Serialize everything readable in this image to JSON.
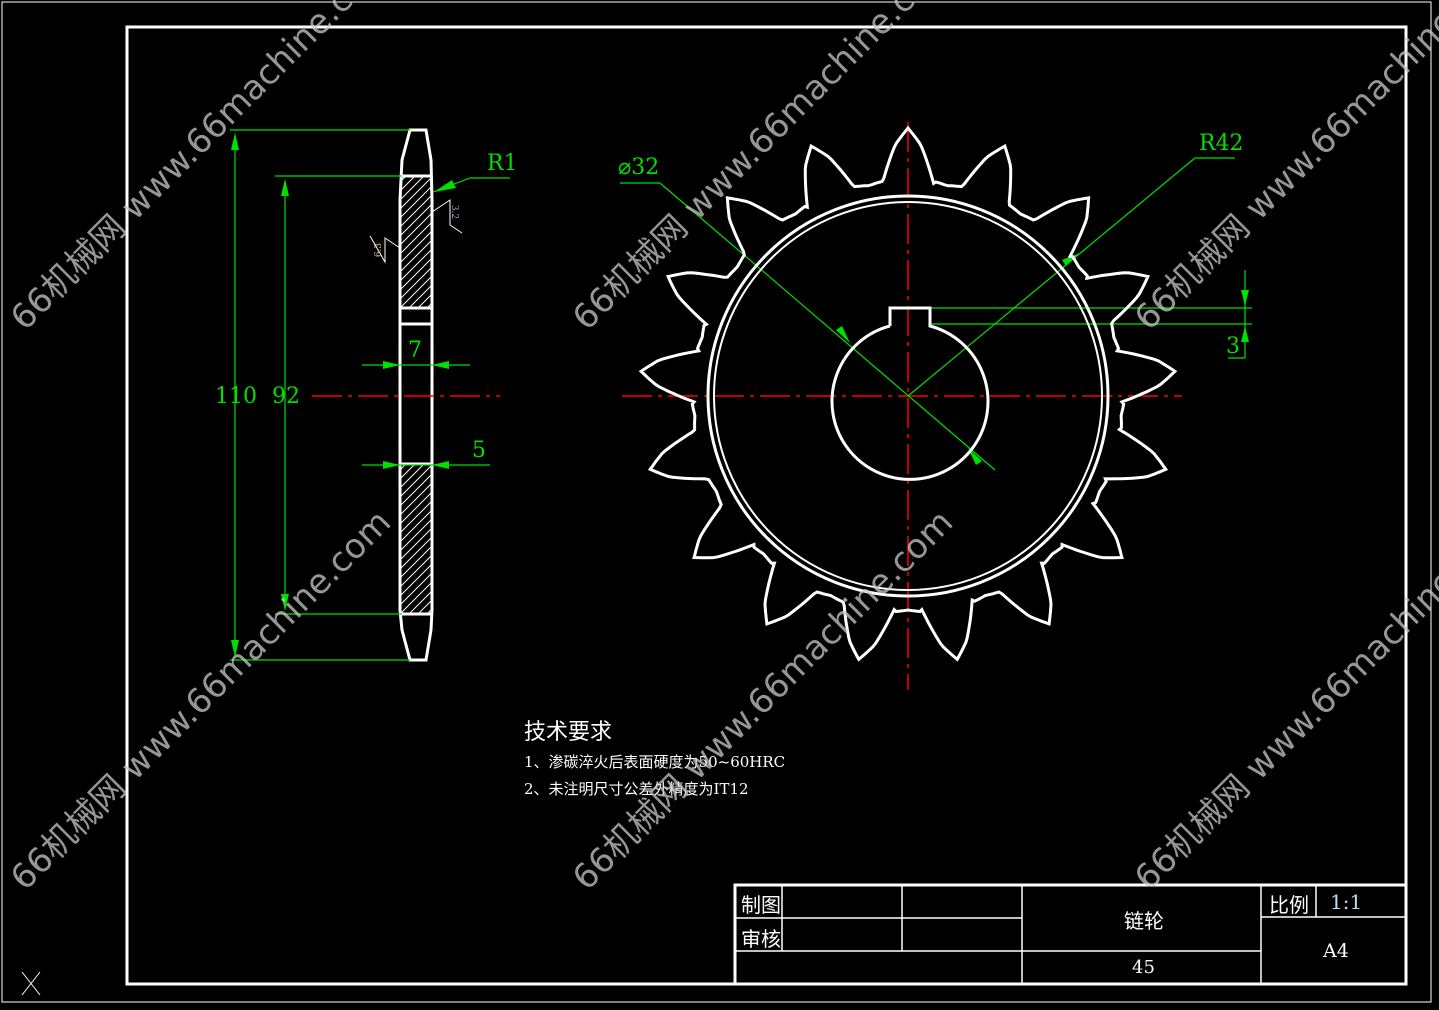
{
  "drawing": {
    "side_view": {
      "dims": {
        "outer_dia": "110",
        "pitch_dia": "92",
        "hub_width": "7",
        "plate_width": "5",
        "radius": "R1"
      },
      "roughness": [
        "3.2",
        "6.3"
      ]
    },
    "front_view": {
      "teeth": 17,
      "dims": {
        "bore": "⌀32",
        "radius": "R42",
        "key": "3"
      }
    }
  },
  "technical_requirements": {
    "title": "技术要求",
    "items": [
      "1、渗碳淬火后表面硬度为50~60HRC",
      "2、未注明尺寸公差外精度为IT12"
    ]
  },
  "title_block": {
    "drawn_label": "制图",
    "checked_label": "审核",
    "part_name": "链轮",
    "material": "45",
    "scale_label": "比例",
    "scale_value": "1:1",
    "sheet_size": "A4"
  },
  "watermark": "66机械网 www.66machine.com",
  "colors": {
    "dim": "#00e000",
    "center": "#ff0000",
    "outline": "#ffffff"
  }
}
